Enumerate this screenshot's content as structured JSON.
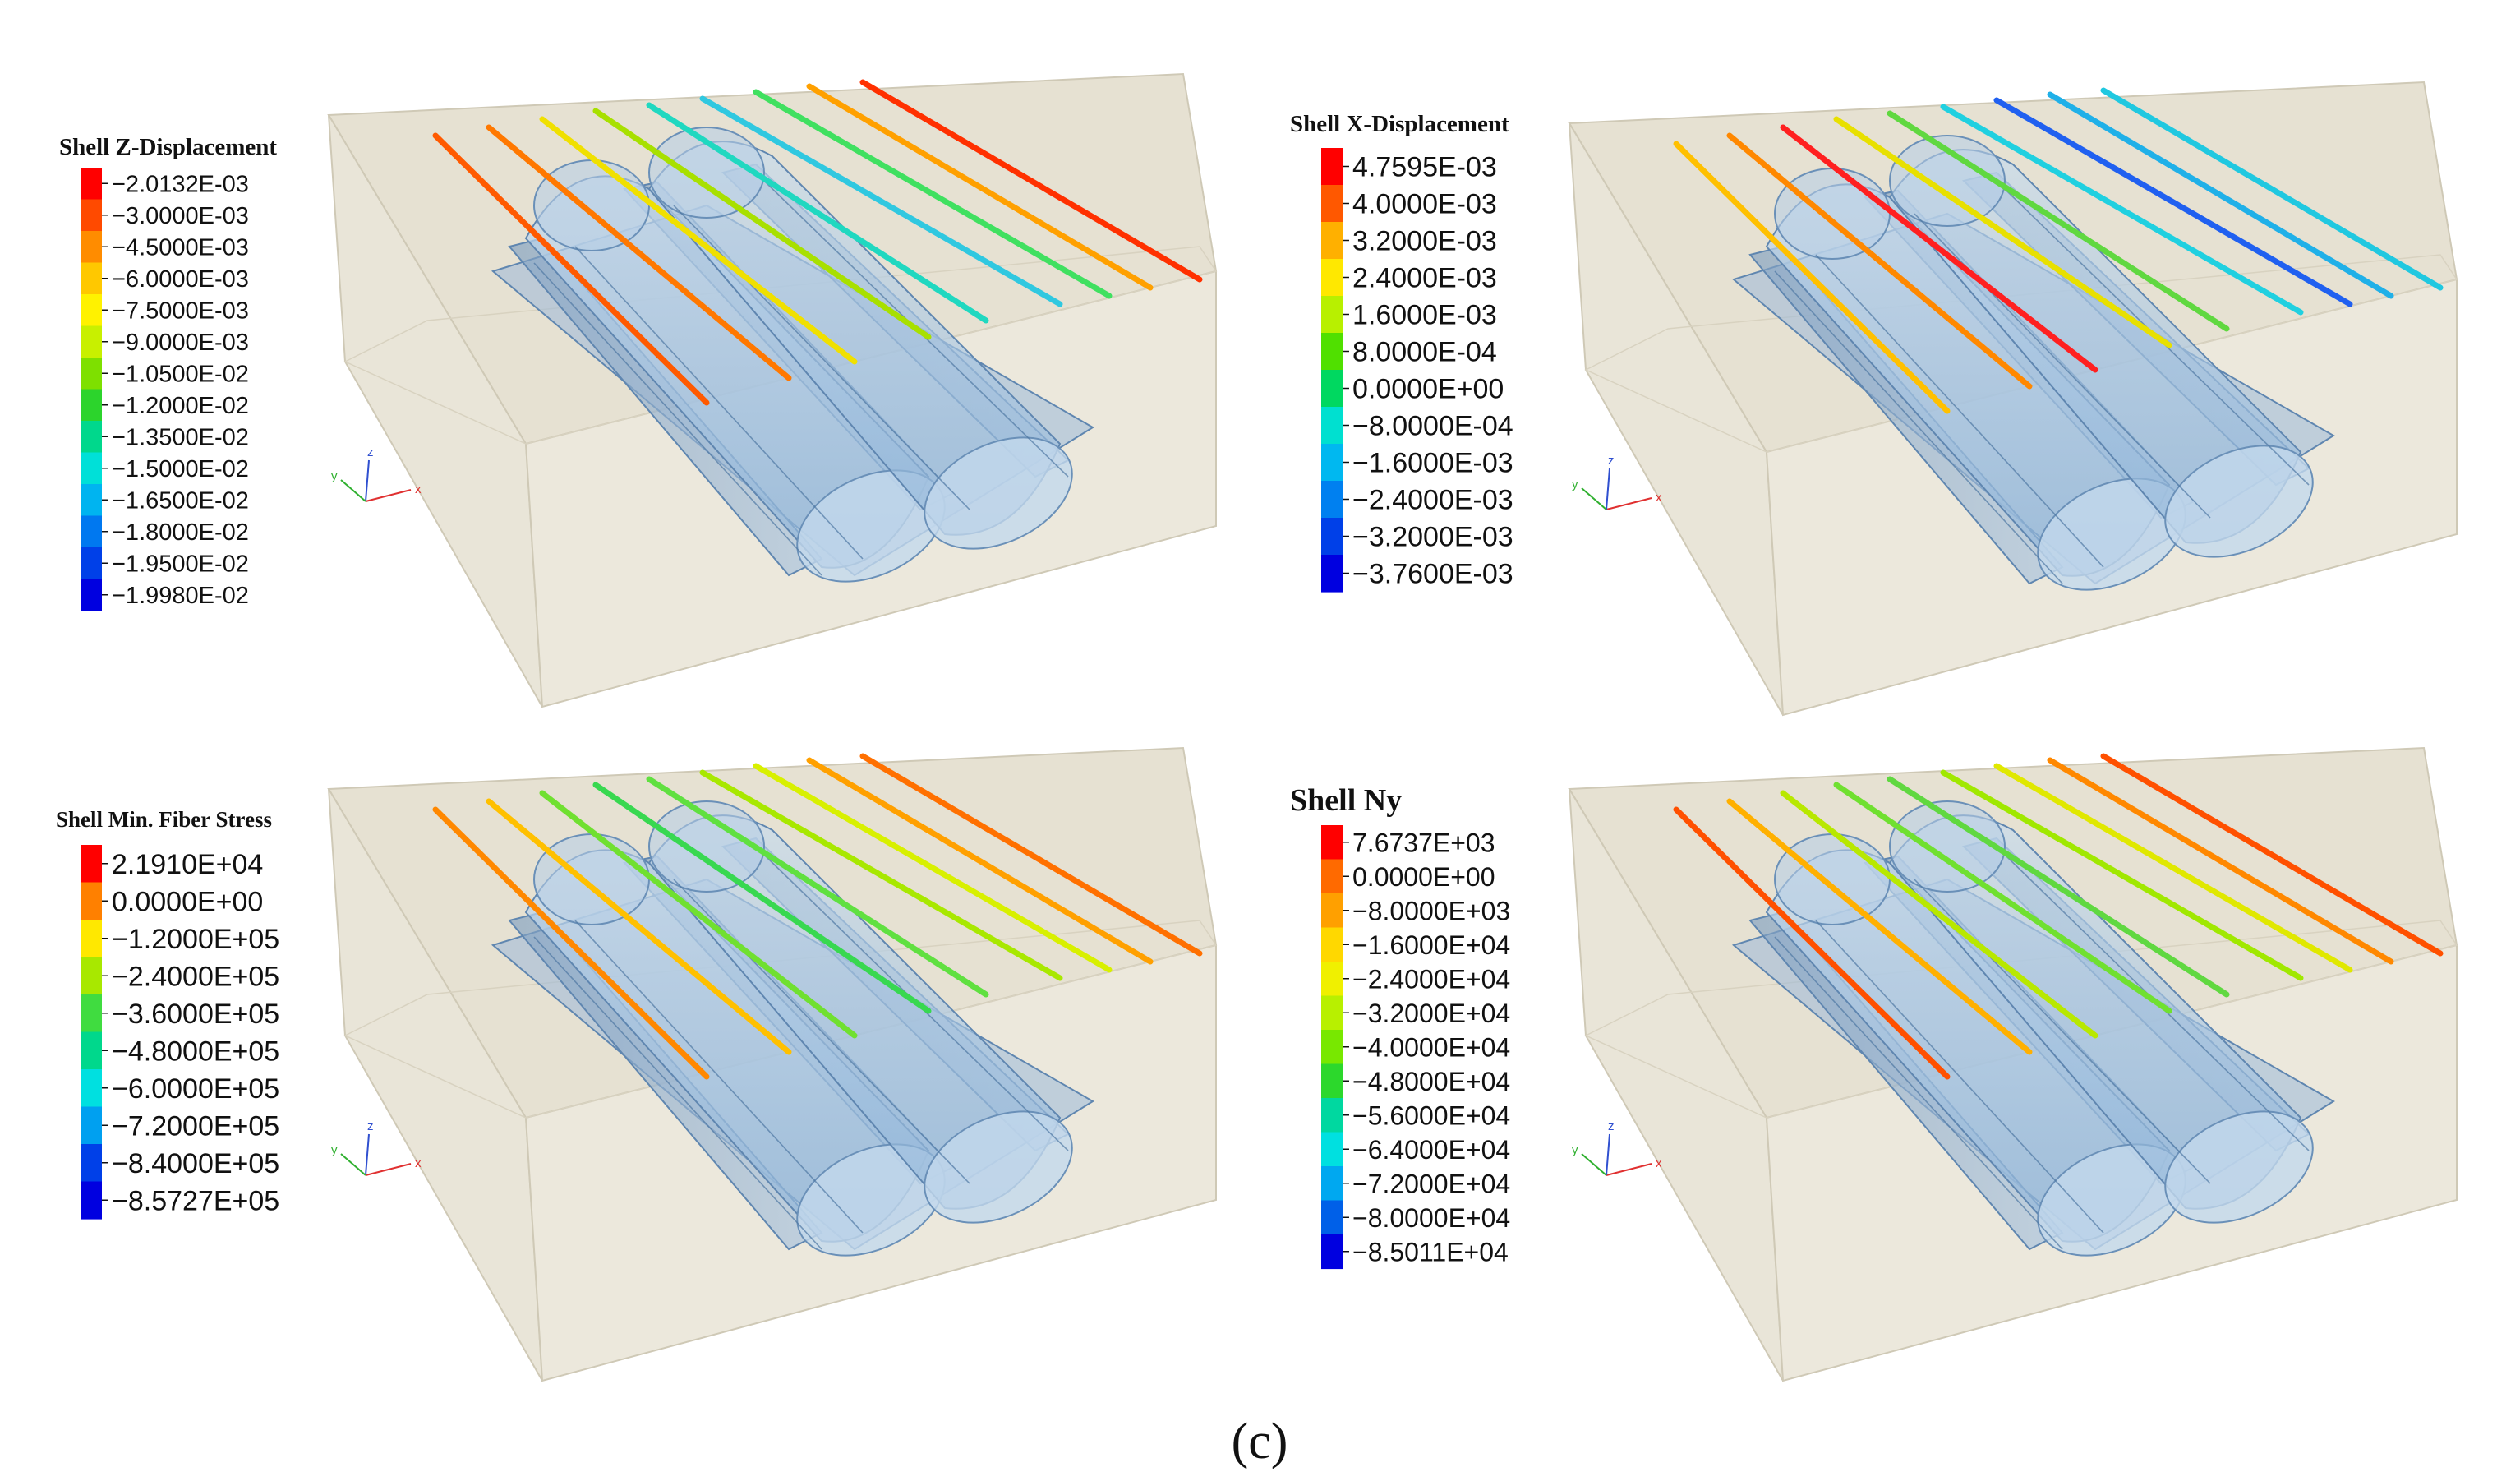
{
  "caption": "(c)",
  "axis_letters": {
    "x": "x",
    "y": "y",
    "z": "z"
  },
  "panels": [
    {
      "legend_title": "Shell Z-Displacement",
      "legend_labels": [
        "−2.0132E-03",
        "−3.0000E-03",
        "−4.5000E-03",
        "−6.0000E-03",
        "−7.5000E-03",
        "−9.0000E-03",
        "−1.0500E-02",
        "−1.2000E-02",
        "−1.3500E-02",
        "−1.5000E-02",
        "−1.6500E-02",
        "−1.8000E-02",
        "−1.9500E-02",
        "−1.9980E-02"
      ],
      "legend_colors": [
        "#ff0000",
        "#ff4a00",
        "#ff8c00",
        "#ffc800",
        "#fff200",
        "#c8f000",
        "#7ee000",
        "#2cd42c",
        "#00d88c",
        "#00e0d8",
        "#00b4f0",
        "#0078f0",
        "#0040e8",
        "#0000e0"
      ],
      "rod_colors": [
        "#ff5a00",
        "#ff7800",
        "#f0e000",
        "#a8e000",
        "#20d8c0",
        "#30c8e0",
        "#40e060",
        "#ffa000",
        "#ff3000"
      ]
    },
    {
      "legend_title": "Shell X-Displacement",
      "legend_labels": [
        "4.7595E-03",
        "4.0000E-03",
        "3.2000E-03",
        "2.4000E-03",
        "1.6000E-03",
        "8.0000E-04",
        "0.0000E+00",
        "−8.0000E-04",
        "−1.6000E-03",
        "−2.4000E-03",
        "−3.2000E-03",
        "−3.7600E-03"
      ],
      "legend_colors": [
        "#ff0000",
        "#ff5800",
        "#ffb000",
        "#ffe800",
        "#b8f000",
        "#50e000",
        "#00d860",
        "#00e0d0",
        "#00b8f0",
        "#0080f0",
        "#0040e8",
        "#0000e0"
      ],
      "rod_colors": [
        "#ffc000",
        "#ff8800",
        "#ff2020",
        "#e8e000",
        "#60d840",
        "#20d0e0",
        "#2060f0",
        "#20b0e8",
        "#20c8e0"
      ]
    },
    {
      "legend_title": "Shell Min. Fiber Stress",
      "legend_labels": [
        "2.1910E+04",
        "0.0000E+00",
        "−1.2000E+05",
        "−2.4000E+05",
        "−3.6000E+05",
        "−4.8000E+05",
        "−6.0000E+05",
        "−7.2000E+05",
        "−8.4000E+05",
        "−8.5727E+05"
      ],
      "legend_colors": [
        "#ff0000",
        "#ff8000",
        "#ffe800",
        "#a8e800",
        "#40dc40",
        "#00d88c",
        "#00e0e0",
        "#00a0f0",
        "#0040e8",
        "#0000e0"
      ],
      "rod_colors": [
        "#ff8800",
        "#ffc000",
        "#70e030",
        "#38d850",
        "#60e040",
        "#a8e800",
        "#d8f000",
        "#ffa000",
        "#ff7000"
      ]
    },
    {
      "legend_title": "Shell Ny",
      "legend_labels": [
        "7.6737E+03",
        "0.0000E+00",
        "−8.0000E+03",
        "−1.6000E+04",
        "−2.4000E+04",
        "−3.2000E+04",
        "−4.0000E+04",
        "−4.8000E+04",
        "−5.6000E+04",
        "−6.4000E+04",
        "−7.2000E+04",
        "−8.0000E+04",
        "−8.5011E+04"
      ],
      "legend_colors": [
        "#ff0000",
        "#ff6a00",
        "#ffa000",
        "#ffd800",
        "#f0f000",
        "#b8f000",
        "#78e800",
        "#2cd82c",
        "#00d8a0",
        "#00e0e0",
        "#00a8f0",
        "#0060e8",
        "#0000e0"
      ],
      "rod_colors": [
        "#ff5000",
        "#ffb000",
        "#b8e800",
        "#70e030",
        "#60d840",
        "#a0e800",
        "#e0e800",
        "#ff8800",
        "#ff5000"
      ]
    }
  ]
}
